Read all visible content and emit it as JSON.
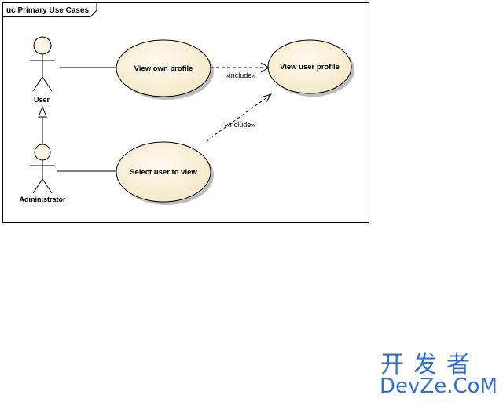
{
  "frame": {
    "title": "uc Primary Use Cases"
  },
  "actors": {
    "user": {
      "label": "User"
    },
    "admin": {
      "label": "Administrator"
    }
  },
  "use_cases": {
    "view_own_profile": "View own profile",
    "view_user_profile": "View user profile",
    "select_user": "Select user to view"
  },
  "relations": {
    "include_1": "«include»",
    "include_2": "«include»"
  },
  "colors": {
    "usecase_fill": "#fbf5e1",
    "usecase_shadow": "#bdbdbd",
    "line": "#000000",
    "watermark": "#2f6fd6"
  },
  "watermark": {
    "line1": "开发者",
    "line2": "DevZe.CoM"
  }
}
